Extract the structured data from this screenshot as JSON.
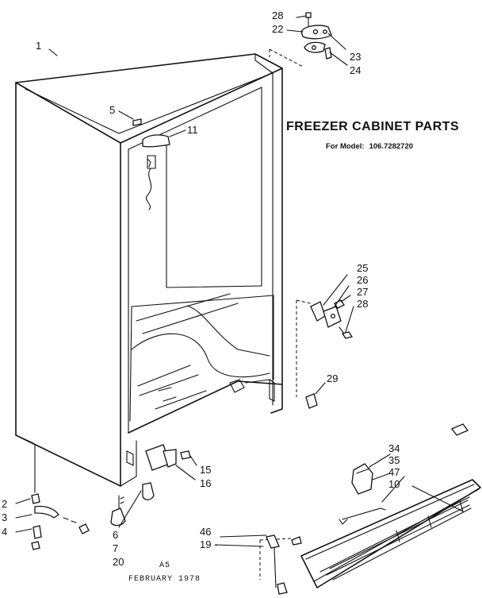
{
  "title": "FREEZER CABINET PARTS",
  "model": {
    "prefix": "For Model:",
    "number": "106.7282720"
  },
  "footer": {
    "code": "A5",
    "date": "FEBRUARY 1978"
  },
  "callouts": [
    {
      "id": "c-1",
      "text": "1"
    },
    {
      "id": "c-28a",
      "text": "28"
    },
    {
      "id": "c-22",
      "text": "22"
    },
    {
      "id": "c-23",
      "text": "23"
    },
    {
      "id": "c-24",
      "text": "24"
    },
    {
      "id": "c-5",
      "text": "5"
    },
    {
      "id": "c-11",
      "text": "11"
    },
    {
      "id": "c-25",
      "text": "25"
    },
    {
      "id": "c-26",
      "text": "26"
    },
    {
      "id": "c-27",
      "text": "27"
    },
    {
      "id": "c-28b",
      "text": "28"
    },
    {
      "id": "c-29",
      "text": "29"
    },
    {
      "id": "c-34",
      "text": "34"
    },
    {
      "id": "c-35",
      "text": "35"
    },
    {
      "id": "c-47",
      "text": "47"
    },
    {
      "id": "c-10",
      "text": "10"
    },
    {
      "id": "c-15",
      "text": "15"
    },
    {
      "id": "c-16",
      "text": "16"
    },
    {
      "id": "c-2",
      "text": "2"
    },
    {
      "id": "c-3",
      "text": "3"
    },
    {
      "id": "c-4",
      "text": "4"
    },
    {
      "id": "c-6",
      "text": "6"
    },
    {
      "id": "c-7",
      "text": "7"
    },
    {
      "id": "c-20",
      "text": "20"
    },
    {
      "id": "c-46",
      "text": "46"
    },
    {
      "id": "c-19",
      "text": "19 -"
    }
  ]
}
